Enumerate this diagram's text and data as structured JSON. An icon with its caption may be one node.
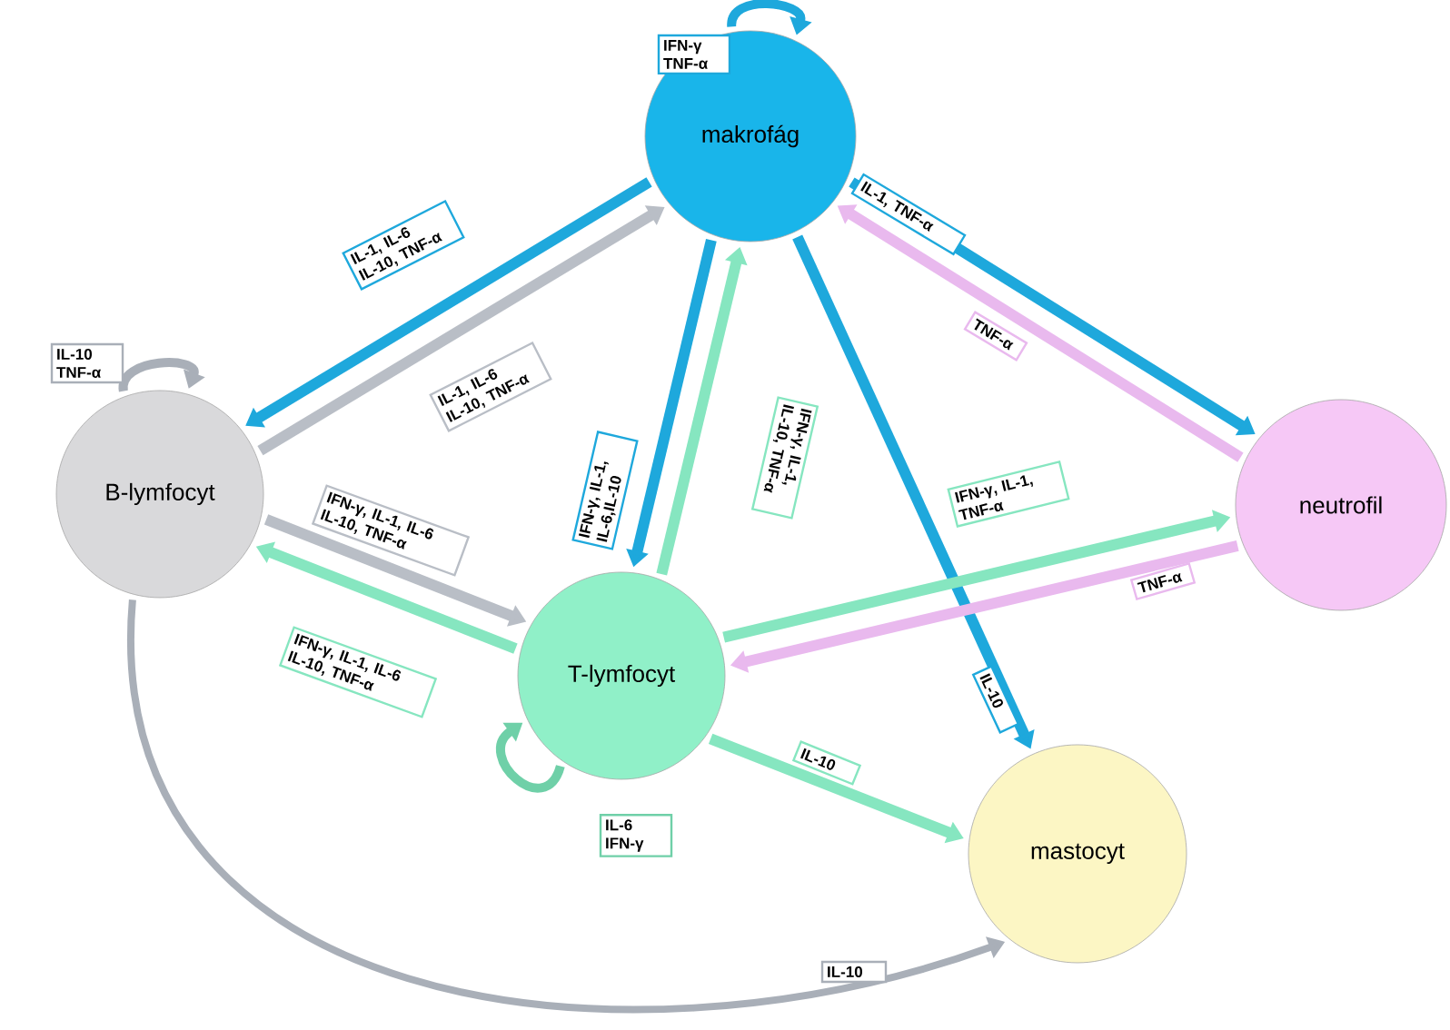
{
  "diagram": {
    "nodes": [
      {
        "text": [
          "makrofág"
        ]
      },
      {
        "text": [
          "B-lymfocyt"
        ]
      },
      {
        "text": [
          "neutrofil"
        ]
      },
      {
        "text": [
          "T-lymfocyt"
        ]
      },
      {
        "text": [
          "mastocyt"
        ]
      }
    ],
    "edges": [
      {
        "from": 0,
        "to": 1,
        "arrow": "to",
        "label": "IL-1, IL-6 IL-10, TNF-α",
        "color": "#1ea8dc"
      },
      {
        "from": 1,
        "to": 0,
        "arrow": "to",
        "label": "IL-1, IL-6 IL-10, TNF-α",
        "color": "#b9bec6"
      },
      {
        "from": 0,
        "to": 2,
        "arrow": "to",
        "label": "IL-1, TNF-α",
        "color": "#1ea8dc"
      },
      {
        "from": 2,
        "to": 0,
        "arrow": "to",
        "label": "TNF-α",
        "color": "#e9b9ee"
      },
      {
        "from": 0,
        "to": 3,
        "arrow": "to",
        "label": "IFN-γ, IL-1, IL-6,IL-10",
        "color": "#1ea8dc"
      },
      {
        "from": 3,
        "to": 0,
        "arrow": "to",
        "label": "IFN-γ, IL-1, IL-10, TNF-α",
        "color": "#86e6c0"
      },
      {
        "from": 0,
        "to": 4,
        "arrow": "to",
        "label": "IL-10",
        "color": "#1ea8dc"
      },
      {
        "from": 1,
        "to": 3,
        "arrow": "to",
        "label": "IFN-γ, IL-1, IL-6 IL-10, TNF-α",
        "color": "#b9bec6"
      },
      {
        "from": 3,
        "to": 1,
        "arrow": "to",
        "label": "IFN-γ, IL-1, IL-6 IL-10, TNF-α",
        "color": "#86e6c0"
      },
      {
        "from": 3,
        "to": 2,
        "arrow": "to",
        "label": "IFN-γ, IL-1, TNF-α",
        "color": "#86e6c0"
      },
      {
        "from": 2,
        "to": 3,
        "arrow": "to",
        "label": "TNF-α",
        "color": "#e9b9ee"
      },
      {
        "from": 3,
        "to": 4,
        "arrow": "to",
        "label": "IL-10",
        "color": "#86e6c0"
      },
      {
        "from": 1,
        "to": 4,
        "arrow": "to",
        "label": "IL-10",
        "color": "#a9afb8"
      },
      {
        "from": 0,
        "to": 0,
        "arrow": "to",
        "label": "IFN-γ TNF-α",
        "color": "#1ea8dc"
      },
      {
        "from": 1,
        "to": 1,
        "arrow": "to",
        "label": "IL-10 TNF-α",
        "color": "#a9afb8"
      },
      {
        "from": 3,
        "to": 3,
        "arrow": "to",
        "label": "IL-6 IFN-γ",
        "color": "#6fd0a8"
      }
    ]
  }
}
